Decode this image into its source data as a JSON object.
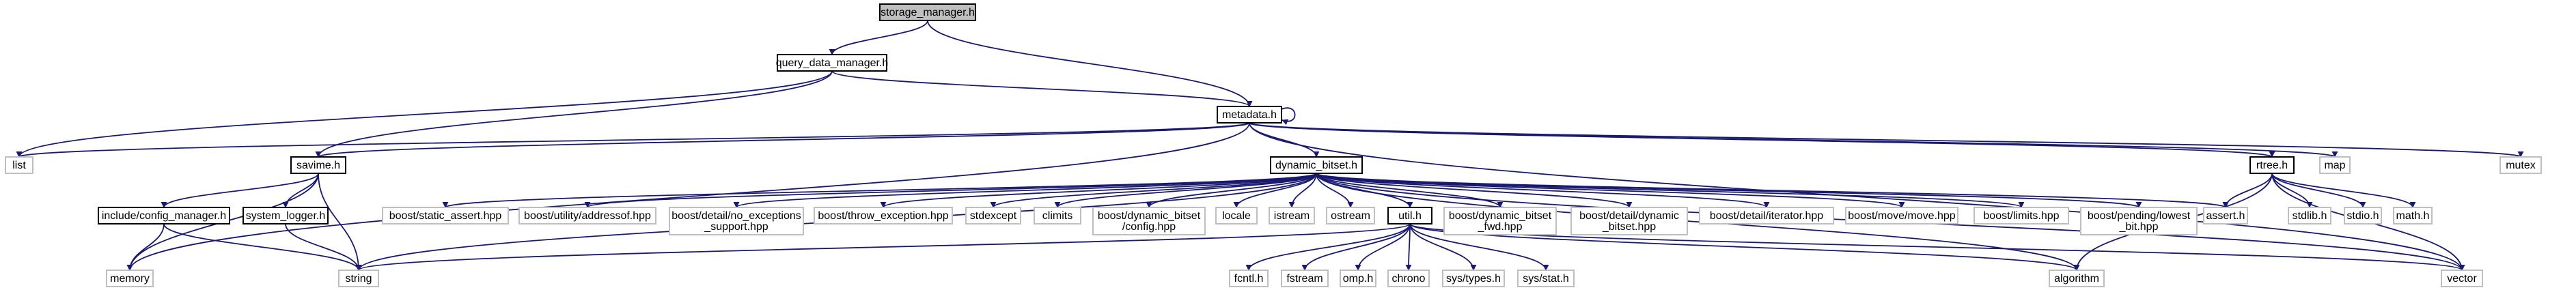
{
  "graph": {
    "colors": {
      "edge": "#191970",
      "root_fill": "#bfbfbf",
      "external_border": "#bfbfbf",
      "node_border": "#000000"
    },
    "nodes": [
      {
        "id": "storage_manager",
        "lines": [
          "storage_manager.h"
        ],
        "kind": "root"
      },
      {
        "id": "query_data_manager",
        "lines": [
          "query_data_manager.h"
        ],
        "kind": "local"
      },
      {
        "id": "metadata",
        "lines": [
          "metadata.h"
        ],
        "kind": "local"
      },
      {
        "id": "list",
        "lines": [
          "list"
        ],
        "kind": "external"
      },
      {
        "id": "savime",
        "lines": [
          "savime.h"
        ],
        "kind": "local"
      },
      {
        "id": "dynamic_bitset",
        "lines": [
          "dynamic_bitset.h"
        ],
        "kind": "local"
      },
      {
        "id": "rtree",
        "lines": [
          "rtree.h"
        ],
        "kind": "local"
      },
      {
        "id": "map",
        "lines": [
          "map"
        ],
        "kind": "external"
      },
      {
        "id": "mutex",
        "lines": [
          "mutex"
        ],
        "kind": "external"
      },
      {
        "id": "config_manager",
        "lines": [
          "include/config_manager.h"
        ],
        "kind": "local"
      },
      {
        "id": "system_logger",
        "lines": [
          "system_logger.h"
        ],
        "kind": "local"
      },
      {
        "id": "memory",
        "lines": [
          "memory"
        ],
        "kind": "external"
      },
      {
        "id": "string",
        "lines": [
          "string"
        ],
        "kind": "external"
      },
      {
        "id": "static_assert",
        "lines": [
          "boost/static_assert.hpp"
        ],
        "kind": "external"
      },
      {
        "id": "addressof",
        "lines": [
          "boost/utility/addressof.hpp"
        ],
        "kind": "external"
      },
      {
        "id": "no_exceptions",
        "lines": [
          "boost/detail/no_exceptions",
          "_support.hpp"
        ],
        "kind": "external"
      },
      {
        "id": "throw_exception",
        "lines": [
          "boost/throw_exception.hpp"
        ],
        "kind": "external"
      },
      {
        "id": "stdexcept",
        "lines": [
          "stdexcept"
        ],
        "kind": "external"
      },
      {
        "id": "climits",
        "lines": [
          "climits"
        ],
        "kind": "external"
      },
      {
        "id": "db_config",
        "lines": [
          "boost/dynamic_bitset",
          "/config.hpp"
        ],
        "kind": "external"
      },
      {
        "id": "locale",
        "lines": [
          "locale"
        ],
        "kind": "external"
      },
      {
        "id": "istream",
        "lines": [
          "istream"
        ],
        "kind": "external"
      },
      {
        "id": "ostream",
        "lines": [
          "ostream"
        ],
        "kind": "external"
      },
      {
        "id": "util",
        "lines": [
          "util.h"
        ],
        "kind": "local"
      },
      {
        "id": "db_fwd",
        "lines": [
          "boost/dynamic_bitset",
          "_fwd.hpp"
        ],
        "kind": "external"
      },
      {
        "id": "detail_db",
        "lines": [
          "boost/detail/dynamic",
          "_bitset.hpp"
        ],
        "kind": "external"
      },
      {
        "id": "detail_iter",
        "lines": [
          "boost/detail/iterator.hpp"
        ],
        "kind": "external"
      },
      {
        "id": "move",
        "lines": [
          "boost/move/move.hpp"
        ],
        "kind": "external"
      },
      {
        "id": "limits",
        "lines": [
          "boost/limits.hpp"
        ],
        "kind": "external"
      },
      {
        "id": "lowest_bit",
        "lines": [
          "boost/pending/lowest",
          "_bit.hpp"
        ],
        "kind": "external"
      },
      {
        "id": "assert",
        "lines": [
          "assert.h"
        ],
        "kind": "external"
      },
      {
        "id": "stdlib",
        "lines": [
          "stdlib.h"
        ],
        "kind": "external"
      },
      {
        "id": "stdio",
        "lines": [
          "stdio.h"
        ],
        "kind": "external"
      },
      {
        "id": "math",
        "lines": [
          "math.h"
        ],
        "kind": "external"
      },
      {
        "id": "fcntl",
        "lines": [
          "fcntl.h"
        ],
        "kind": "external"
      },
      {
        "id": "fstream",
        "lines": [
          "fstream"
        ],
        "kind": "external"
      },
      {
        "id": "omp",
        "lines": [
          "omp.h"
        ],
        "kind": "external"
      },
      {
        "id": "chrono",
        "lines": [
          "chrono"
        ],
        "kind": "external"
      },
      {
        "id": "sys_types",
        "lines": [
          "sys/types.h"
        ],
        "kind": "external"
      },
      {
        "id": "sys_stat",
        "lines": [
          "sys/stat.h"
        ],
        "kind": "external"
      },
      {
        "id": "algorithm",
        "lines": [
          "algorithm"
        ],
        "kind": "external"
      },
      {
        "id": "vector",
        "lines": [
          "vector"
        ],
        "kind": "external"
      }
    ],
    "edges": [
      [
        "storage_manager",
        "query_data_manager"
      ],
      [
        "storage_manager",
        "metadata"
      ],
      [
        "query_data_manager",
        "metadata"
      ],
      [
        "query_data_manager",
        "list"
      ],
      [
        "query_data_manager",
        "savime"
      ],
      [
        "metadata",
        "metadata"
      ],
      [
        "metadata",
        "list"
      ],
      [
        "metadata",
        "savime"
      ],
      [
        "metadata",
        "dynamic_bitset"
      ],
      [
        "metadata",
        "rtree"
      ],
      [
        "metadata",
        "map"
      ],
      [
        "metadata",
        "mutex"
      ],
      [
        "metadata",
        "memory"
      ],
      [
        "metadata",
        "vector"
      ],
      [
        "savime",
        "config_manager"
      ],
      [
        "savime",
        "system_logger"
      ],
      [
        "savime",
        "memory"
      ],
      [
        "savime",
        "string"
      ],
      [
        "config_manager",
        "memory"
      ],
      [
        "config_manager",
        "string"
      ],
      [
        "system_logger",
        "string"
      ],
      [
        "dynamic_bitset",
        "static_assert"
      ],
      [
        "dynamic_bitset",
        "addressof"
      ],
      [
        "dynamic_bitset",
        "no_exceptions"
      ],
      [
        "dynamic_bitset",
        "throw_exception"
      ],
      [
        "dynamic_bitset",
        "stdexcept"
      ],
      [
        "dynamic_bitset",
        "climits"
      ],
      [
        "dynamic_bitset",
        "db_config"
      ],
      [
        "dynamic_bitset",
        "locale"
      ],
      [
        "dynamic_bitset",
        "istream"
      ],
      [
        "dynamic_bitset",
        "ostream"
      ],
      [
        "dynamic_bitset",
        "util"
      ],
      [
        "dynamic_bitset",
        "db_fwd"
      ],
      [
        "dynamic_bitset",
        "detail_db"
      ],
      [
        "dynamic_bitset",
        "detail_iter"
      ],
      [
        "dynamic_bitset",
        "move"
      ],
      [
        "dynamic_bitset",
        "limits"
      ],
      [
        "dynamic_bitset",
        "lowest_bit"
      ],
      [
        "dynamic_bitset",
        "assert"
      ],
      [
        "dynamic_bitset",
        "string"
      ],
      [
        "dynamic_bitset",
        "algorithm"
      ],
      [
        "dynamic_bitset",
        "vector"
      ],
      [
        "util",
        "string"
      ],
      [
        "util",
        "fcntl"
      ],
      [
        "util",
        "fstream"
      ],
      [
        "util",
        "omp"
      ],
      [
        "util",
        "chrono"
      ],
      [
        "util",
        "sys_types"
      ],
      [
        "util",
        "sys_stat"
      ],
      [
        "util",
        "algorithm"
      ],
      [
        "util",
        "vector"
      ],
      [
        "rtree",
        "assert"
      ],
      [
        "rtree",
        "stdlib"
      ],
      [
        "rtree",
        "stdio"
      ],
      [
        "rtree",
        "math"
      ],
      [
        "rtree",
        "algorithm"
      ],
      [
        "rtree",
        "vector"
      ]
    ]
  }
}
